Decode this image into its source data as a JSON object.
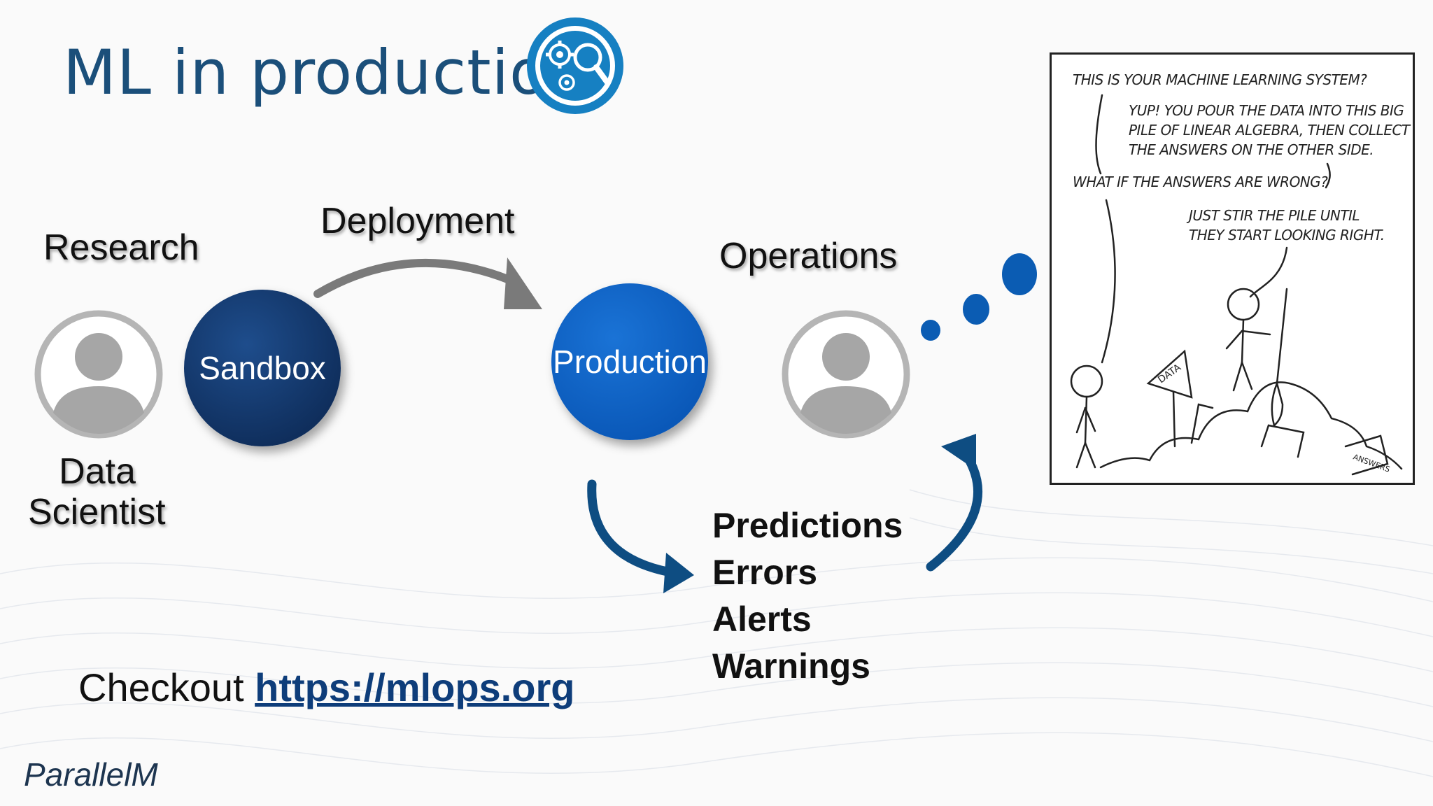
{
  "slide": {
    "title": "ML in production",
    "research_label": "Research",
    "deployment_label": "Deployment",
    "operations_label": "Operations",
    "data_scientist_label_line1": "Data",
    "data_scientist_label_line2": "Scientist",
    "sandbox_label": "Sandbox",
    "production_label": "Production",
    "ops_items": [
      "Predictions",
      "Errors",
      "Alerts",
      "Warnings"
    ],
    "checkout_prefix": "Checkout",
    "checkout_link": "https://mlops.org",
    "brand": "ParallelM"
  },
  "comic": {
    "line1": "THIS IS YOUR MACHINE LEARNING SYSTEM?",
    "line2": "YUP! YOU POUR THE DATA INTO THIS BIG",
    "line3": "PILE OF LINEAR ALGEBRA, THEN COLLECT",
    "line4": "THE ANSWERS ON THE OTHER SIDE.",
    "line5": "WHAT IF THE ANSWERS ARE WRONG?",
    "line6": "JUST STIR THE PILE UNTIL",
    "line7": "THEY START LOOKING RIGHT.",
    "sign_data": "DATA",
    "sign_answers": "ANSWERS"
  },
  "colors": {
    "title": "#1b4f7a",
    "sandbox": "#0f2e5c",
    "production": "#0a58b8",
    "arrow_blue": "#0e4d82",
    "arrow_gray": "#7a7a7a"
  },
  "icons": {
    "title_icon": "gears-magnifier-icon",
    "user_icon": "user-avatar-icon"
  }
}
